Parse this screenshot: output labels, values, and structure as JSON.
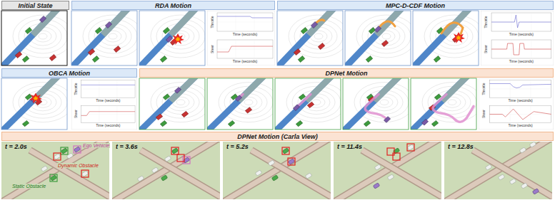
{
  "diagram": {
    "nodes": [
      {
        "text": [
          "Initial State"
        ]
      },
      {
        "text": [
          "RDA Motion"
        ]
      },
      {
        "text": [
          "MPC-D-CDF Motion"
        ]
      },
      {
        "text": [
          "OBCA Motion"
        ]
      },
      {
        "text": [
          "DPNet Motion"
        ]
      },
      {
        "text": [
          "DPNet Motion (Carla View)"
        ]
      }
    ],
    "labels": [
      "Throttle",
      "Time (seconds)",
      "Steer",
      "Time (seconds)",
      "Throttle",
      "Time (seconds)",
      "Steer",
      "Time (seconds)",
      "Throttle",
      "Time (seconds)",
      "Steer",
      "Time (seconds)",
      "Throttle",
      "Time (seconds)",
      "Steer",
      "Time (seconds)",
      "t = 2.0s",
      "t = 3.6s",
      "t = 5.2s",
      "t = 11.4s",
      "t = 12.8s",
      "Ego Vehicle",
      "Dynamic Obstacle",
      "Static Obstacle"
    ]
  }
}
